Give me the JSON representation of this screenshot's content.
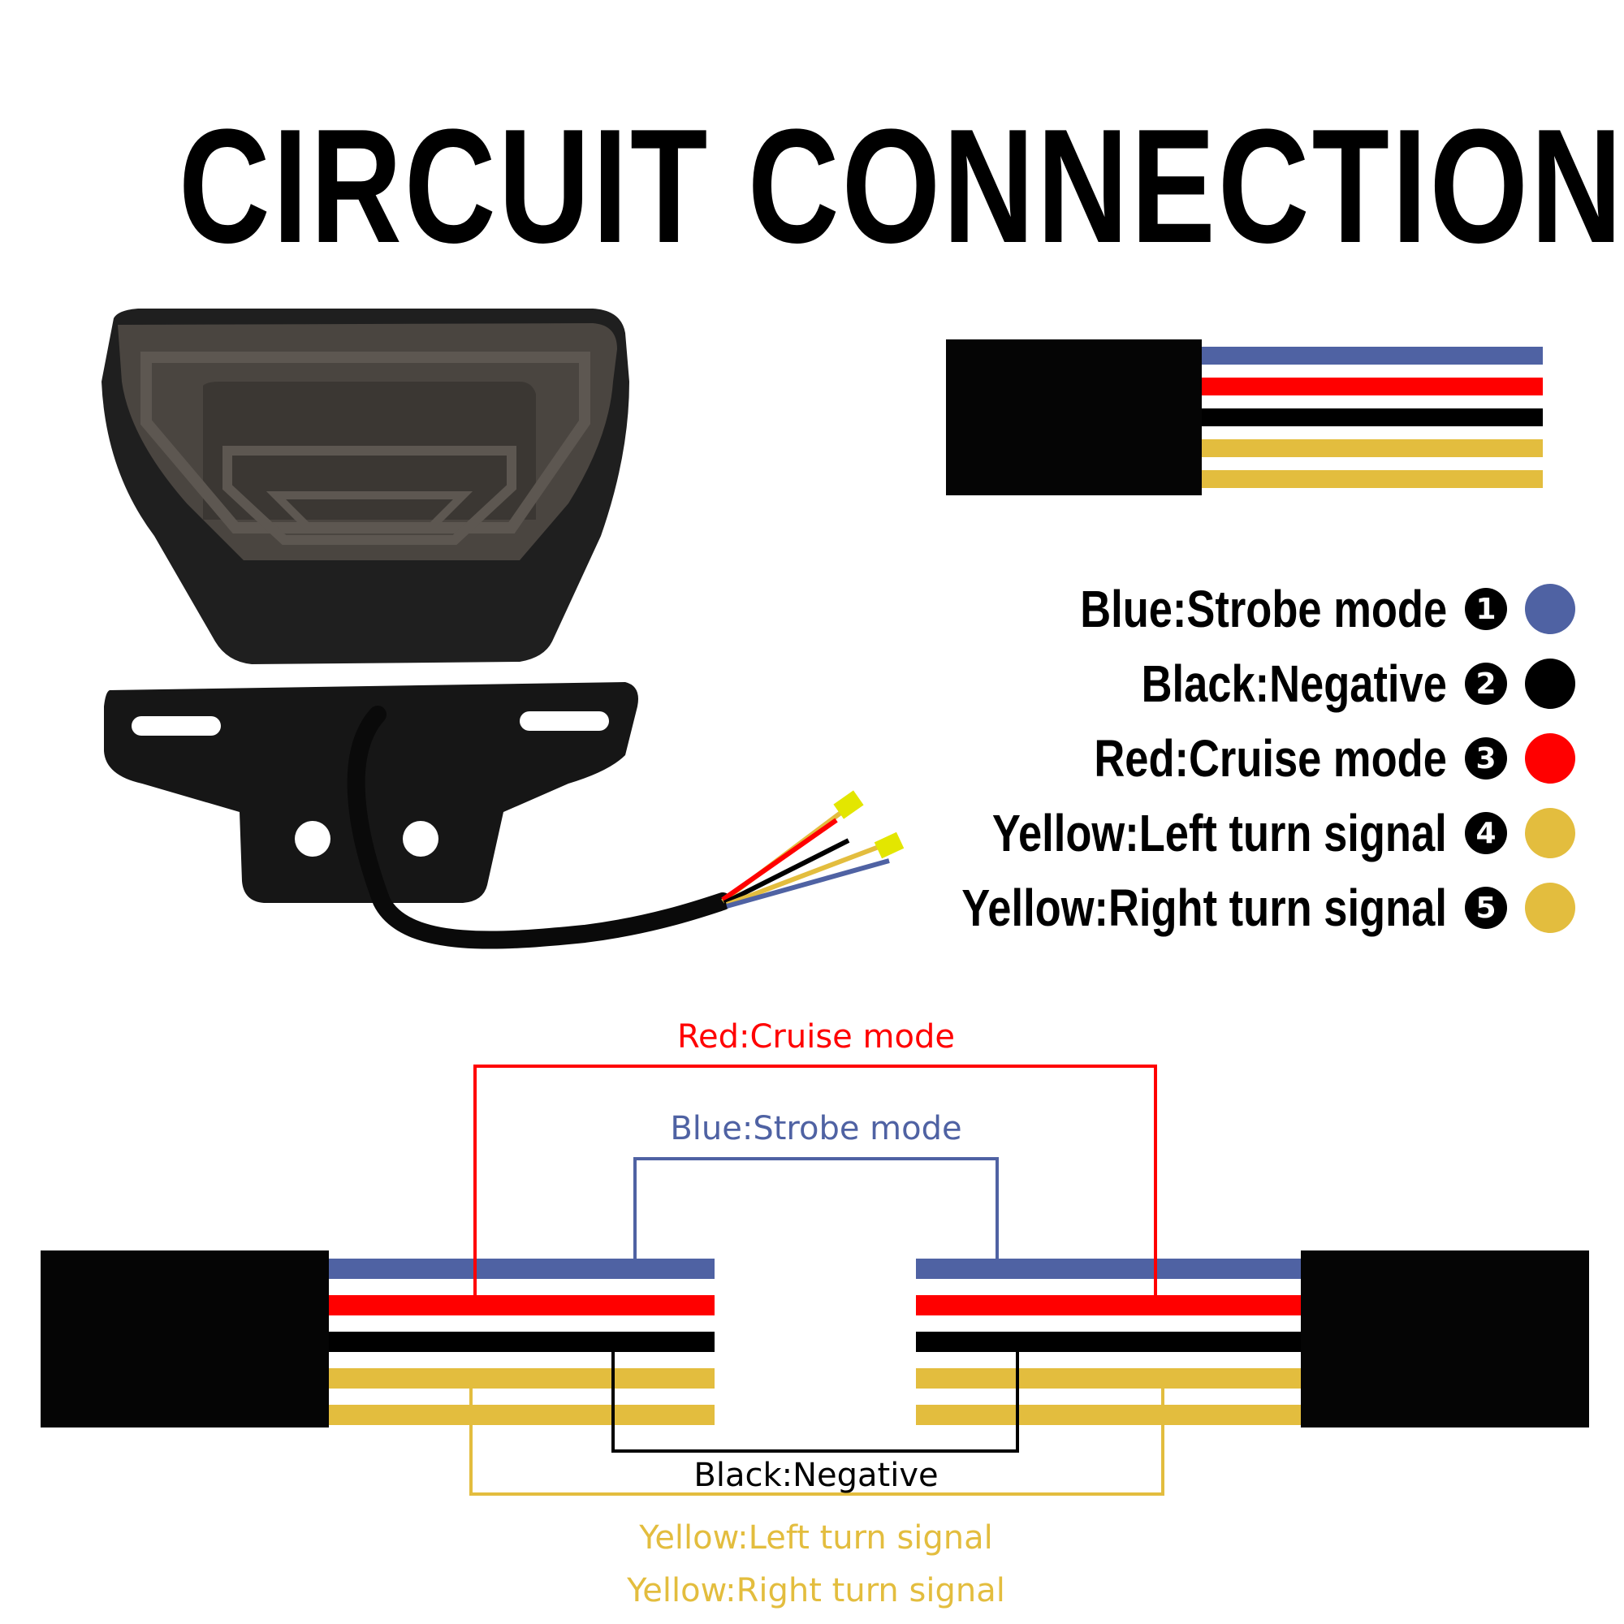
{
  "title": "CIRCUIT CONNECTION",
  "colors": {
    "blue": "#4f62a3",
    "black": "#000000",
    "red": "#ff0000",
    "yellow": "#e3bd3e",
    "lamp_body": "#1e1e1e",
    "lamp_lens": "#4a4540"
  },
  "legend": [
    {
      "label": "Blue:Strobe mode",
      "number": "1",
      "color": "#4f62a3"
    },
    {
      "label": "Black:Negative",
      "number": "2",
      "color": "#000000"
    },
    {
      "label": "Red:Cruise mode",
      "number": "3",
      "color": "#ff0000"
    },
    {
      "label": "Yellow:Left turn signal",
      "number": "4",
      "color": "#e3bd3e"
    },
    {
      "label": "Yellow:Right turn signal",
      "number": "5",
      "color": "#e3bd3e"
    }
  ],
  "cable_wire_order": [
    "blue",
    "red",
    "black",
    "yellow",
    "yellow"
  ],
  "diagram_labels": {
    "red": "Red:Cruise mode",
    "blue": "Blue:Strobe mode",
    "black": "Black:Negative",
    "yellow_left": "Yellow:Left turn signal",
    "yellow_right": "Yellow:Right turn signal"
  }
}
